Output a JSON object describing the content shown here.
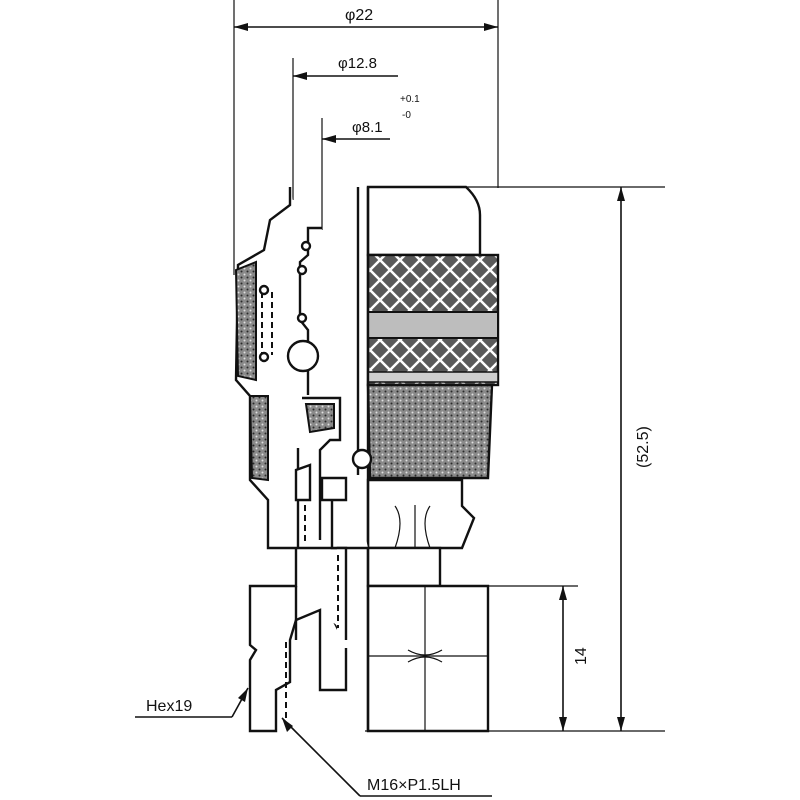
{
  "dimensions": {
    "outer_diameter": "φ22",
    "mid_diameter": "φ12.8",
    "inner_diameter": "φ8.1",
    "inner_tol_plus": "+0.1",
    "inner_tol_minus": "-0",
    "total_length": "(52.5)",
    "hex_length": "14",
    "hex_size": "Hex19",
    "thread": "M16×P1.5LH"
  }
}
